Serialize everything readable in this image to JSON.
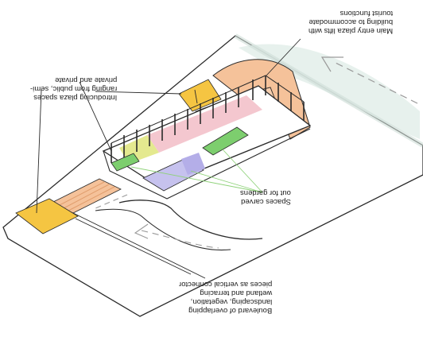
{
  "annotations": {
    "main_entry": "Main entry plaza lifts with\nbuilding to accommodate\ntourist functions",
    "plaza_spaces": "Introducing plaza spaces\nranging from public, semi-\nprivate and private",
    "gardens": "Spaces carved\nout for gardens",
    "boulevard": "Boulevard of overlapping\nlandscaping, vegetation,\nwetland and terracing\npieces as vertical connector"
  },
  "palette": {
    "outline": "#2a2a2a",
    "ground_shadow": "#d8e7e2",
    "terrace_orange": "#f5c29a",
    "plaza_yellow": "#f5c542",
    "plaza_pink": "#f4c7cf",
    "plaza_yellowgreen": "#e4e98f",
    "garden_green": "#7dce6e",
    "courtyard_lavender": "#c6c2ee",
    "leader_green": "#8fd27a",
    "arrow_grey": "#9a9a9a"
  }
}
